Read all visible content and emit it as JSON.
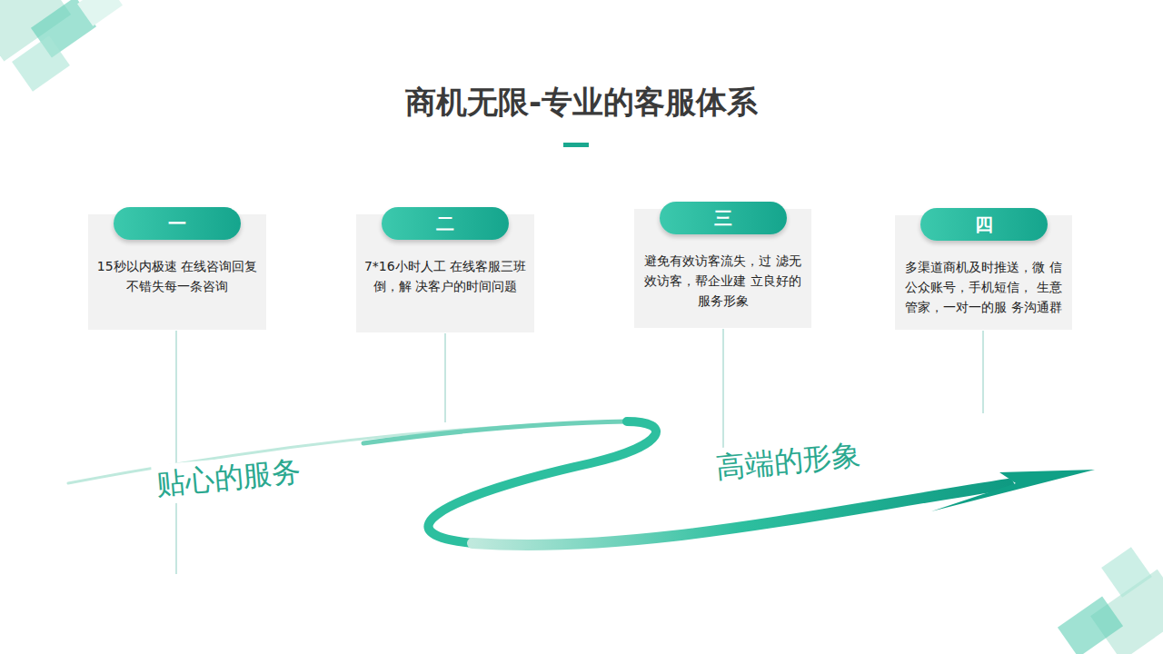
{
  "diagram": {
    "title": "商机无限-专业的客服体系",
    "nodes": [
      {
        "text": [
          "一",
          "15秒以内极速 在线咨询回复 不错失每一条咨询"
        ]
      },
      {
        "text": [
          "二",
          "7*16小时人工 在线客服三班倒，解 决客户的时间问题"
        ]
      },
      {
        "text": [
          "三",
          "避免有效访客流失，过 滤无效访客，帮企业建 立良好的服务形象"
        ]
      },
      {
        "text": [
          "四",
          "多渠道商机及时推送，微 信公众账号，手机短信， 生意管家，一对一的服 务沟通群"
        ]
      }
    ],
    "labels": [
      "贴心的服务",
      "高端的形象"
    ]
  }
}
